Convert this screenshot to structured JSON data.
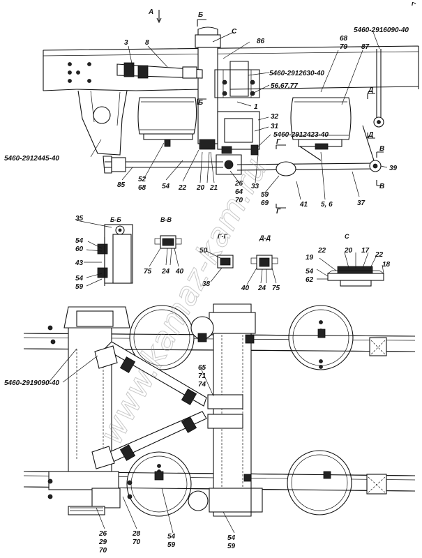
{
  "site_corner_mark": "r-",
  "watermark": "www.kamaz-kam.ru",
  "view_arrow_a": "А",
  "view_arrow_b": "Б",
  "labels_top": {
    "n3": "3",
    "n8": "8",
    "c": "С",
    "n86": "86",
    "n68": "68",
    "n79": "79",
    "n87": "87",
    "p2916090": "5460-2916090-40",
    "p2912630": "5460-2912630-40",
    "n56": "56,67,77",
    "b": "Б",
    "d1": "Д",
    "n1": "1",
    "n32": "32",
    "n31": "31",
    "p2912423": "5460-2912423-40",
    "g1": "Г",
    "d2": "Д",
    "v1": "В",
    "n39": "39",
    "v2": "В",
    "p2912445": "5460-2912445-40",
    "n85": "85",
    "n52": "52",
    "n68b": "68",
    "n54": "54",
    "n22": "22",
    "n20": "20",
    "n21": "21",
    "n26": "26",
    "n64": "64",
    "n70": "70",
    "n33": "33",
    "n59": "59",
    "n69": "69",
    "g2": "Г",
    "n41": "41",
    "n56b": "5, 6",
    "n37": "37"
  },
  "section_bb": {
    "title": "Б-Б",
    "n35": "35",
    "n54": "54",
    "n60": "60",
    "n43": "43",
    "n54b": "54",
    "n59": "59"
  },
  "section_vv": {
    "title": "В-В",
    "n75": "75",
    "n24": "24",
    "n40": "40"
  },
  "section_gg": {
    "title": "Г-Г",
    "n50": "50",
    "n38": "38"
  },
  "section_dd": {
    "title": "Д-Д",
    "n40": "40",
    "n24": "24",
    "n75": "75"
  },
  "section_c": {
    "title": "С",
    "n22a": "22",
    "n20": "20",
    "n17": "17",
    "n22b": "22",
    "n19": "19",
    "n18": "18",
    "n54": "54",
    "n62": "62"
  },
  "labels_bottom": {
    "p2919090": "5460-2919090-40",
    "n65": "65",
    "n71": "71",
    "n74": "74",
    "n26": "26",
    "n29": "29",
    "n70a": "70",
    "n28": "28",
    "n70b": "70",
    "n54a": "54",
    "n59a": "59",
    "n54b": "54",
    "n59b": "59"
  }
}
